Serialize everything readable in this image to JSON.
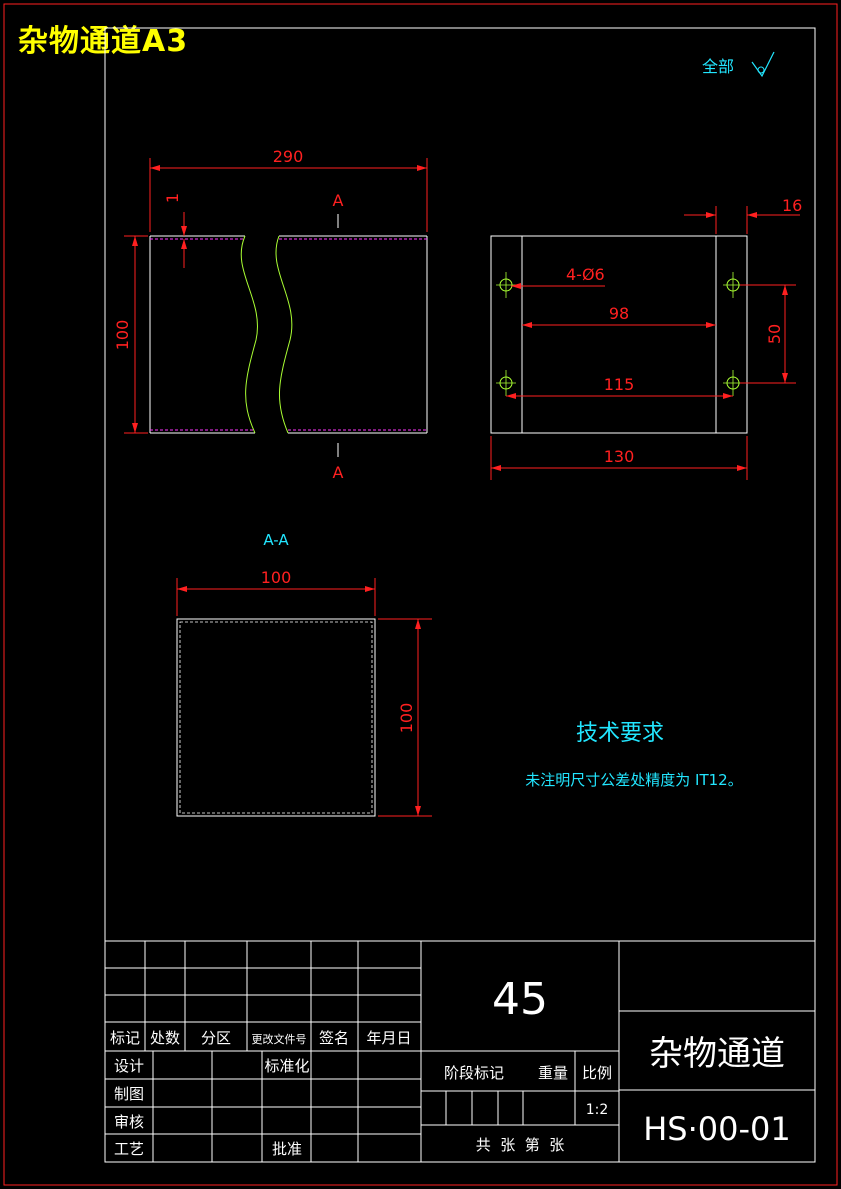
{
  "header": {
    "drawing_label": "杂物通道A3"
  },
  "roughness": {
    "label": "全部"
  },
  "front_view": {
    "length": "290",
    "thickness": "1",
    "height": "100",
    "section_mark_top": "A",
    "section_mark_bottom": "A"
  },
  "side_view": {
    "holes": "4-Ø6",
    "offset": "16",
    "hole_span_inner": "98",
    "hole_spacing": "50",
    "inner_width": "115",
    "outer_width": "130"
  },
  "section_view": {
    "label": "A-A",
    "width": "100",
    "height": "100"
  },
  "tech_requirements": {
    "title": "技术要求",
    "note": "未注明尺寸公差处精度为 IT12。"
  },
  "title_block": {
    "material": "45",
    "part_name": "杂物通道",
    "drawing_no": "HS·00-01",
    "col_headers": [
      "标记",
      "处数",
      "分区",
      "更改文件号",
      "签名",
      "年月日"
    ],
    "row_labels": [
      "设计",
      "制图",
      "审核",
      "工艺"
    ],
    "standardization": "标准化",
    "approval": "批准",
    "stage_mark": "阶段标记",
    "weight": "重量",
    "scale_label": "比例",
    "scale_value": "1:2",
    "sheets": "共  张  第  张"
  },
  "colors": {
    "border": "#ff2020",
    "outline": "#ffffff",
    "dimension": "#ff2020",
    "break_line": "#aaff33",
    "hidden_edge": "#ff33ff",
    "annotation": "#22e6ff",
    "title": "#ffff00"
  }
}
